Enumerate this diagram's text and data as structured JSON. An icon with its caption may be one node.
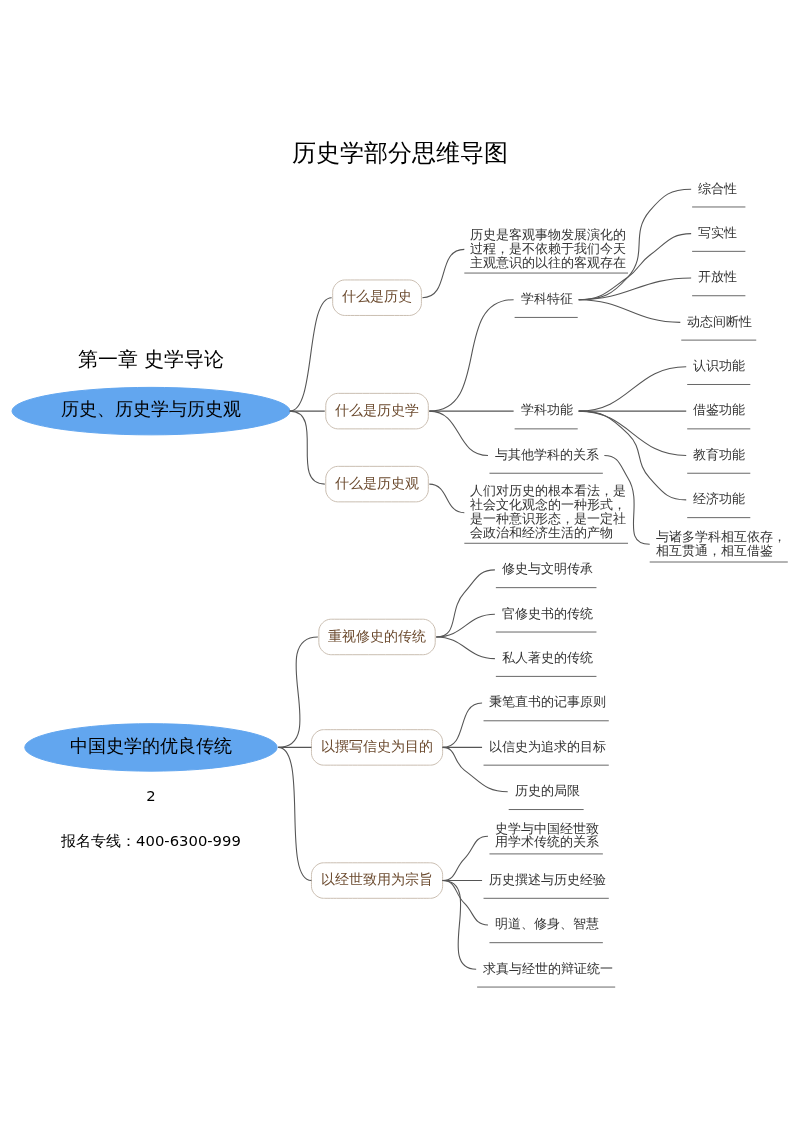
{
  "diagram": {
    "title": "历史学部分思维导图",
    "nodes": [
      {
        "text": [
          "历史、历史学与历史观"
        ]
      },
      {
        "text": [
          "什么是历史"
        ]
      },
      {
        "text": [
          "历史是客观事物发展演化的过程，是不依赖于我们今天主观意识的以往的客观存在"
        ]
      },
      {
        "text": [
          "什么是历史学"
        ]
      },
      {
        "text": [
          "学科特征"
        ]
      },
      {
        "text": [
          "综合性"
        ]
      },
      {
        "text": [
          "写实性"
        ]
      },
      {
        "text": [
          "开放性"
        ]
      },
      {
        "text": [
          "动态间断性"
        ]
      },
      {
        "text": [
          "学科功能"
        ]
      },
      {
        "text": [
          "认识功能"
        ]
      },
      {
        "text": [
          "借鉴功能"
        ]
      },
      {
        "text": [
          "教育功能"
        ]
      },
      {
        "text": [
          "经济功能"
        ]
      },
      {
        "text": [
          "与其他学科的关系"
        ]
      },
      {
        "text": [
          "与诸多学科相互依存，相互贯通，相互借鉴"
        ]
      },
      {
        "text": [
          "什么是历史观"
        ]
      },
      {
        "text": [
          "人们对历史的根本看法，是社会文化观念的一种形式，是一种意识形态，是一定社会政治和经济生活的产物"
        ]
      },
      {
        "text": [
          "中国史学的优良传统"
        ]
      },
      {
        "text": [
          "重视修史的传统"
        ]
      },
      {
        "text": [
          "修史与文明传承"
        ]
      },
      {
        "text": [
          "官修史书的传统"
        ]
      },
      {
        "text": [
          "私人著史的传统"
        ]
      },
      {
        "text": [
          "以撰写信史为目的"
        ]
      },
      {
        "text": [
          "秉笔直书的记事原则"
        ]
      },
      {
        "text": [
          "以信史为追求的目标"
        ]
      },
      {
        "text": [
          "历史的局限"
        ]
      },
      {
        "text": [
          "以经世致用为宗旨"
        ]
      },
      {
        "text": [
          "史学与中国经世致用学术传统的关系"
        ]
      },
      {
        "text": [
          "历史撰述与历史经验"
        ]
      },
      {
        "text": [
          "明道、修身、智慧"
        ]
      },
      {
        "text": [
          "求真与经世的辩证统一"
        ]
      }
    ],
    "edges": [
      {
        "from": 0,
        "to": 1,
        "arrow": "none"
      },
      {
        "from": 1,
        "to": 2,
        "arrow": "none"
      },
      {
        "from": 0,
        "to": 3,
        "arrow": "none"
      },
      {
        "from": 3,
        "to": 4,
        "arrow": "none"
      },
      {
        "from": 4,
        "to": 5,
        "arrow": "none"
      },
      {
        "from": 4,
        "to": 6,
        "arrow": "none"
      },
      {
        "from": 4,
        "to": 7,
        "arrow": "none"
      },
      {
        "from": 4,
        "to": 8,
        "arrow": "none"
      },
      {
        "from": 3,
        "to": 9,
        "arrow": "none"
      },
      {
        "from": 9,
        "to": 10,
        "arrow": "none"
      },
      {
        "from": 9,
        "to": 11,
        "arrow": "none"
      },
      {
        "from": 9,
        "to": 12,
        "arrow": "none"
      },
      {
        "from": 9,
        "to": 13,
        "arrow": "none"
      },
      {
        "from": 3,
        "to": 14,
        "arrow": "none"
      },
      {
        "from": 14,
        "to": 15,
        "arrow": "none"
      },
      {
        "from": 0,
        "to": 16,
        "arrow": "none"
      },
      {
        "from": 16,
        "to": 17,
        "arrow": "none"
      },
      {
        "from": 18,
        "to": 19,
        "arrow": "none"
      },
      {
        "from": 19,
        "to": 20,
        "arrow": "none"
      },
      {
        "from": 19,
        "to": 21,
        "arrow": "none"
      },
      {
        "from": 19,
        "to": 22,
        "arrow": "none"
      },
      {
        "from": 18,
        "to": 23,
        "arrow": "none"
      },
      {
        "from": 23,
        "to": 24,
        "arrow": "none"
      },
      {
        "from": 23,
        "to": 25,
        "arrow": "none"
      },
      {
        "from": 23,
        "to": 26,
        "arrow": "none"
      },
      {
        "from": 18,
        "to": 27,
        "arrow": "none"
      },
      {
        "from": 27,
        "to": 28,
        "arrow": "none"
      },
      {
        "from": 27,
        "to": 29,
        "arrow": "none"
      },
      {
        "from": 27,
        "to": 30,
        "arrow": "none"
      },
      {
        "from": 27,
        "to": 31,
        "arrow": "none"
      }
    ],
    "labels": [
      "第一章 史学导论",
      "2",
      "报名专线：400-6300-999"
    ]
  }
}
